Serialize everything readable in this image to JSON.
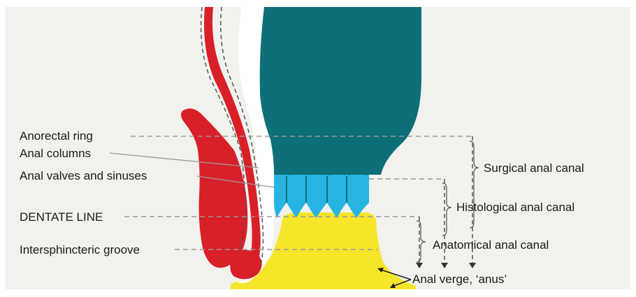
{
  "diagram": {
    "left_labels": {
      "anorectal_ring": "Anorectal ring",
      "anal_columns": "Anal columns",
      "anal_valves": "Anal valves and sinuses",
      "dentate_line": "DENTATE LINE",
      "intersphincteric_groove": "Intersphincteric groove"
    },
    "right_labels": {
      "surgical": "Surgical anal canal",
      "histological": "Histological anal canal",
      "anatomical": "Anatomical anal canal",
      "anal_verge": "Anal verge, ‘anus’"
    },
    "colors": {
      "rectum": "#0e6f78",
      "anal_columns": "#26b5e3",
      "anoderm": "#f7e52a",
      "muscle": "#d91f27",
      "leader_line": "#9a9a9a",
      "background": "#f1f1ee"
    }
  }
}
